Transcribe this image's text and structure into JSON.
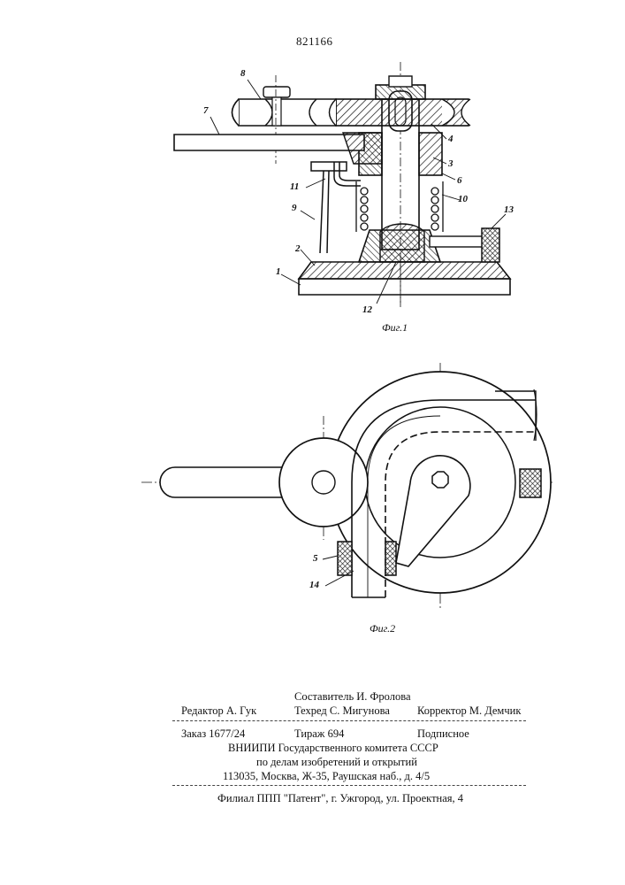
{
  "header": {
    "page_number": "821166"
  },
  "figures": {
    "fig1": {
      "caption": "Фиг.1",
      "labels": [
        "8",
        "7",
        "4",
        "3",
        "6",
        "10",
        "11",
        "9",
        "2",
        "1",
        "12",
        "13"
      ]
    },
    "fig2": {
      "caption": "Фиг.2",
      "labels": [
        "5",
        "14"
      ]
    }
  },
  "imprint": {
    "compiler": "Составитель И. Фролова",
    "editor": "Редактор А. Гук",
    "techred": "Техред С. Мигунова",
    "corrector": "Корректор М. Демчик",
    "order": "Заказ 1677/24",
    "print_run": "Тираж 694",
    "subscription": "Подписное",
    "org_line1": "ВНИИПИ Государственного комитета СССР",
    "org_line2": "по делам изобретений и открытий",
    "address": "113035, Москва, Ж-35, Раушская наб., д. 4/5",
    "branch": "Филиал ППП \"Патент\", г. Ужгород, ул. Проектная, 4"
  }
}
